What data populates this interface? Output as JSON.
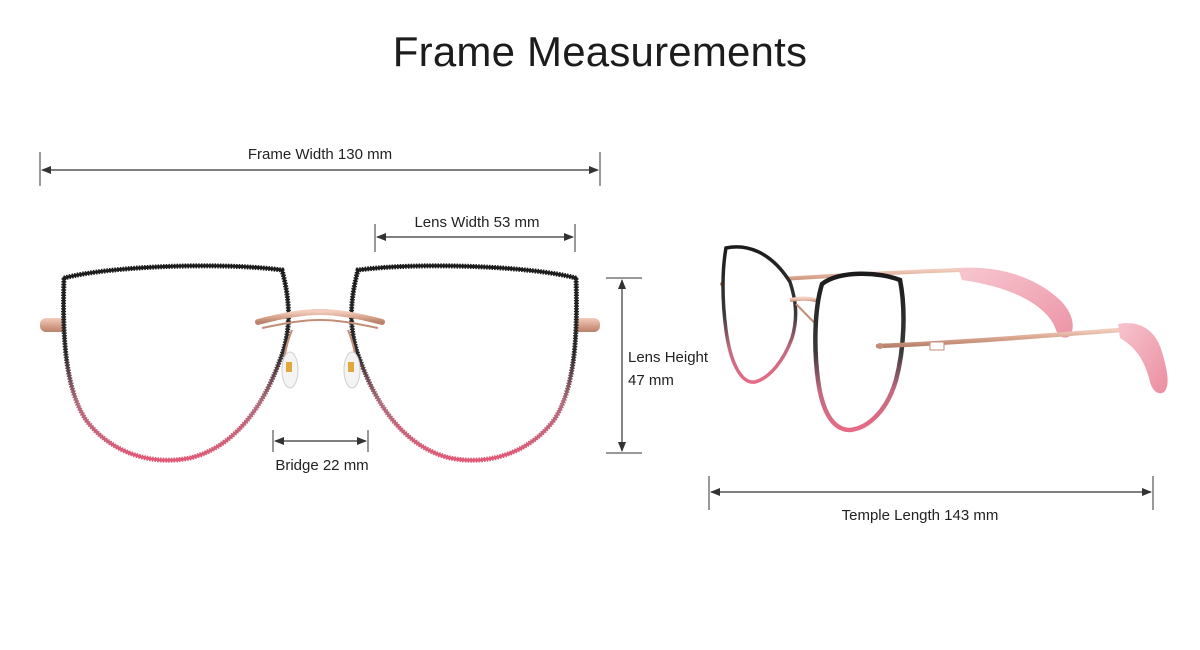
{
  "title": "Frame Measurements",
  "measurements": {
    "frame_width": "Frame Width 130 mm",
    "lens_width": "Lens Width 53 mm",
    "lens_height_line1": "Lens Height",
    "lens_height_line2": "47 mm",
    "bridge": "Bridge 22 mm",
    "temple_length": "Temple Length 143 mm"
  },
  "colors": {
    "dimension_line": "#333333",
    "rim_dark": "#1b1b1b",
    "rim_pink": "#e05a78",
    "rose_gold": "#d9a58e",
    "temple_tip_pink": "#f2a6b4",
    "lens_fill": "#ffffff"
  }
}
